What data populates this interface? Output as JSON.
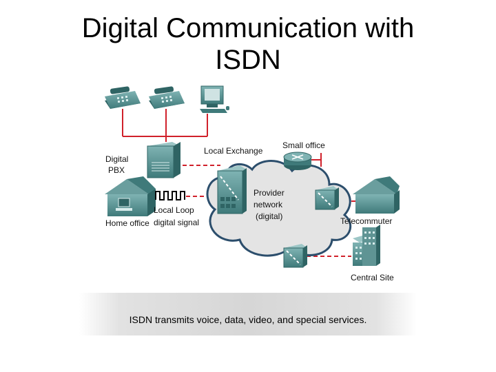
{
  "title": {
    "line1": "Digital Communication with",
    "line2": "ISDN"
  },
  "labels": {
    "digital_pbx_line1": "Digital",
    "digital_pbx_line2": "PBX",
    "local_exchange": "Local Exchange",
    "small_office": "Small office",
    "home_office": "Home office",
    "local_loop_line1": "Local Loop",
    "local_loop_line2": "digital signal",
    "provider_line1": "Provider",
    "provider_line2": "network",
    "provider_line3": "(digital)",
    "telecommuter": "Telecommuter",
    "central_site": "Central Site"
  },
  "caption": "ISDN transmits voice, data, video, and special services.",
  "colors": {
    "device_teal": "#4f8c8c",
    "device_dark": "#2f6464",
    "link_red": "#d0202a",
    "cloud_fill": "#e4e4e4",
    "cloud_stroke": "#2c4e6c"
  },
  "icons": [
    "phone-icon",
    "phone-icon",
    "computer-icon",
    "pbx-icon",
    "house-icon",
    "router-icon",
    "isdn-switch-icon",
    "building-icon",
    "cloud-icon",
    "digital-wave-icon"
  ]
}
